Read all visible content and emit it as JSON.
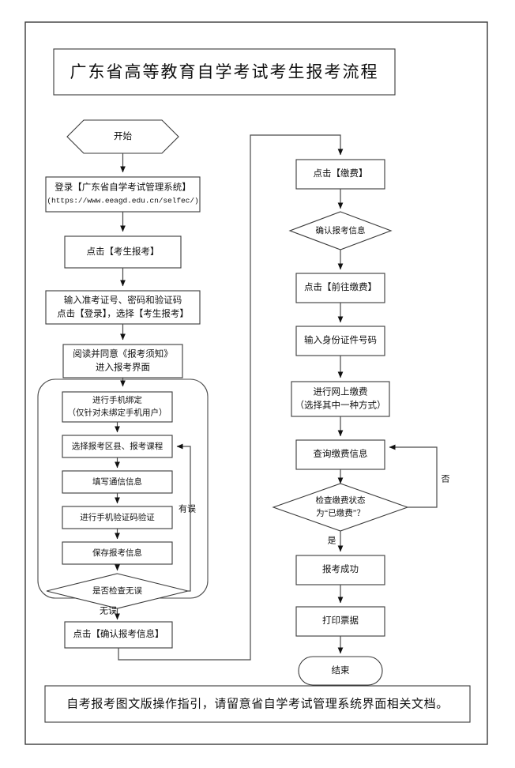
{
  "document": {
    "title": "广东省高等教育自学考试考生报考流程",
    "footer_note": "自考报考图文版操作指引，请留意省自学考试管理系统界面相关文档。",
    "colors": {
      "paper": "#ffffff",
      "stroke": "#3a3a3a",
      "connector": "#4a4a4a",
      "text": "#111111"
    }
  },
  "flowchart": {
    "type": "flowchart",
    "left_column": {
      "start": "开始",
      "login": {
        "line1": "登录【广东省自学考试管理系统】",
        "line2": "(https://www.eeagd.edu.cn/selfec/)"
      },
      "click_register": "点击【考生报考】",
      "credentials": {
        "line1": "输入准考证号、密码和验证码",
        "line2": "点击【登录】，选择【考生报考】"
      },
      "notice": {
        "line1": "阅读并同意《报考须知》",
        "line2": "进入报考界面"
      },
      "subprocess": {
        "bind_phone": {
          "line1": "进行手机绑定",
          "line2": "（仅针对未绑定手机用户）"
        },
        "select_courses": "选择报考区县、报考课程",
        "fill_contact": "填写通信信息",
        "verify_sms": "进行手机验证码验证",
        "save_info": "保存报考信息",
        "check_decision": "是否检查无误",
        "branch_error": "有误",
        "branch_ok": "无误"
      },
      "confirm": "点击【确认报考信息】"
    },
    "right_column": {
      "click_pay": "点击【缴费】",
      "confirm_info": "确认报考信息",
      "goto_pay": "点击【前往缴费】",
      "input_id": "输入身份证件号码",
      "online_pay": {
        "line1": "进行网上缴费",
        "line2": "（选择其中一种方式）"
      },
      "query_pay": "查询缴费信息",
      "check_status": {
        "line1": "检查缴费状态",
        "line2": "为“已缴费”？"
      },
      "branch_no": "否",
      "branch_yes": "是",
      "success": "报考成功",
      "print_receipt": "打印票据",
      "end": "结束"
    }
  }
}
